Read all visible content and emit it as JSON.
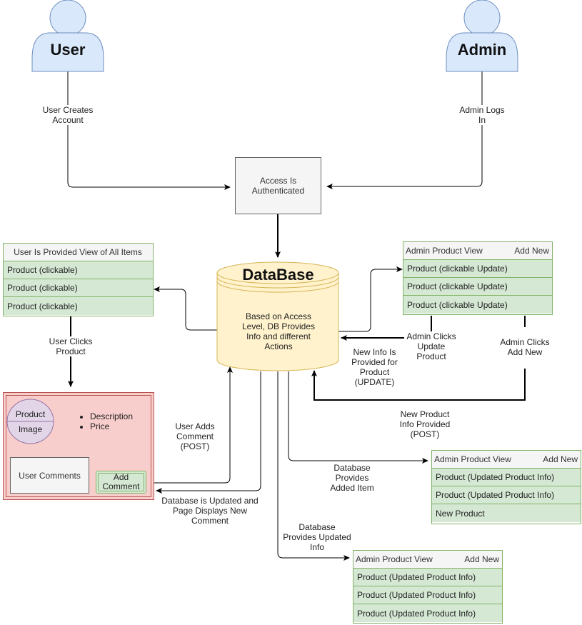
{
  "actors": {
    "user": "User",
    "admin": "Admin"
  },
  "edge_labels": {
    "user_creates": "User Creates\nAccount",
    "admin_logs": "Admin Logs\nIn",
    "user_clicks_product": "User Clicks\nProduct",
    "user_adds_comment": "User Adds\nComment\n(POST)",
    "db_updated_comment": "Database is Updated and\nPage Displays New\nComment",
    "admin_clicks_update": "Admin Clicks\nUpdate\nProduct",
    "admin_clicks_addnew": "Admin Clicks\nAdd New",
    "new_info_update": "New Info Is\nProvided for\nProduct\n(UPDATE)",
    "new_product_post": "New Product\nInfo Provided\n(POST)",
    "db_provides_added": "Database\nProvides\nAdded Item",
    "db_provides_updated": "Database\nProvides Updated\nInfo"
  },
  "auth_box": "Access Is\nAuthenticated",
  "database": {
    "title": "DataBase",
    "text": "Based on Access\nLevel, DB Provides\nInfo and different\nActions"
  },
  "user_view": {
    "header": "User Is Provided View of All Items",
    "rows": [
      "Product (clickable)",
      "Product (clickable)",
      "Product (clickable)"
    ]
  },
  "admin_view": {
    "header": "Admin Product View",
    "add_new": "Add New",
    "rows": [
      "Product (clickable Update)",
      "Product (clickable Update)",
      "Product (clickable Update)"
    ]
  },
  "admin_view_added": {
    "header": "Admin Product View",
    "add_new": "Add New",
    "rows": [
      "Product (Updated Product Info)",
      "Product (Updated Product Info)",
      "New Product"
    ]
  },
  "admin_view_updated": {
    "header": "Admin Product View",
    "add_new": "Add New",
    "rows": [
      "Product (Updated Product Info)",
      "Product (Updated Product Info)",
      "Product (Updated Product Info)"
    ]
  },
  "product_page": {
    "image_top": "Product",
    "image_bottom": "Image",
    "bullets": [
      "Description",
      "Price"
    ],
    "comments": "User Comments",
    "add_comment": "Add\nComment"
  },
  "colors": {
    "actor_fill": "#dae8fc",
    "actor_stroke": "#6c8ebf",
    "db_fill": "#fff2cc",
    "db_stroke": "#d6b656",
    "row_fill": "#d5e8d4",
    "row_stroke": "#82b366",
    "page_fill": "#f8cecc",
    "page_stroke": "#b85450",
    "image_fill": "#e1d5e7",
    "image_stroke": "#9673a6"
  }
}
